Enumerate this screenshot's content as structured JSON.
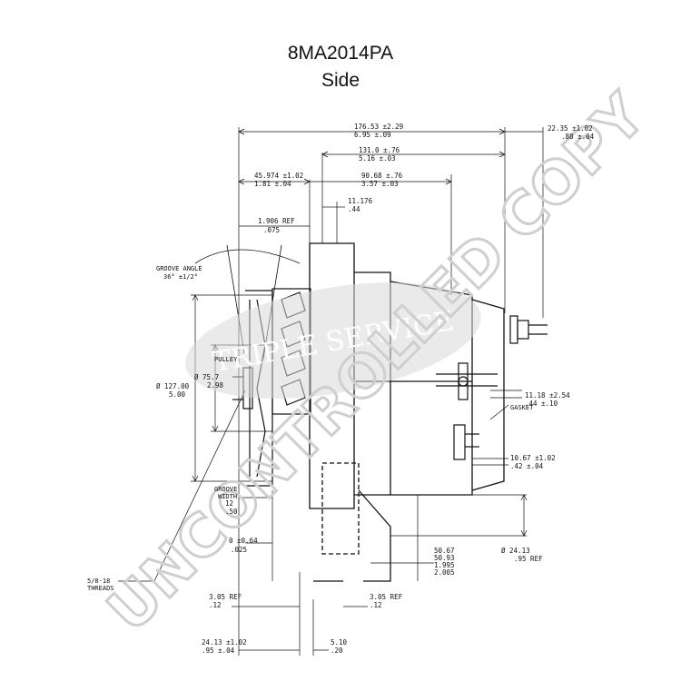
{
  "title": {
    "model": "8MA2014PA",
    "view": "Side"
  },
  "watermark": {
    "stamp": "UNCONTROLLED COPY",
    "brand": "TRIPLE SERVICE"
  },
  "labels": {
    "groove_angle": "GROOVE ANGLE",
    "groove_angle_val": "36° ±1/2°",
    "pulley": "PULLEY",
    "gasket": "GASKET",
    "groove_width_1": "GROOVE",
    "groove_width_2": "WIDTH",
    "threads_1": "5/8-18",
    "threads_2": "THREADS"
  },
  "dimensions": {
    "d176": [
      "176.53 ±2.29",
      "6.95 ±.09"
    ],
    "d22": [
      "22.35 ±1.02",
      ".88 ±.04"
    ],
    "d131": [
      "131.0 ±.76",
      "5.16 ±.03"
    ],
    "d45": [
      "45.974 ±1.02",
      "1.81 ±.04"
    ],
    "d90": [
      "90.68 ±.76",
      "3.57 ±.03"
    ],
    "d11a": [
      "11.176",
      ".44"
    ],
    "d1906": [
      "1.906 REF",
      ".075"
    ],
    "d75": [
      "Ø 75.7",
      "2.98"
    ],
    "d127": [
      "Ø 127.00",
      "5.00"
    ],
    "d11b": [
      "11.18 ±2.54",
      ".44 ±.10"
    ],
    "d10": [
      "10.67 ±1.02",
      ".42 ±.04"
    ],
    "d12": [
      "12",
      ".50"
    ],
    "d64": [
      "0 ±0.64",
      ".025"
    ],
    "d50": [
      "50.67",
      "50.93",
      "1.995",
      "2.005"
    ],
    "d24a": [
      "Ø 24.13",
      ".95 REF"
    ],
    "d305a": [
      "3.05 REF",
      ".12"
    ],
    "d305b": [
      "3.05 REF",
      ".12"
    ],
    "d24b": [
      "24.13 ±1.02",
      ".95 ±.04"
    ],
    "d510": [
      "5.10",
      ".20"
    ]
  }
}
